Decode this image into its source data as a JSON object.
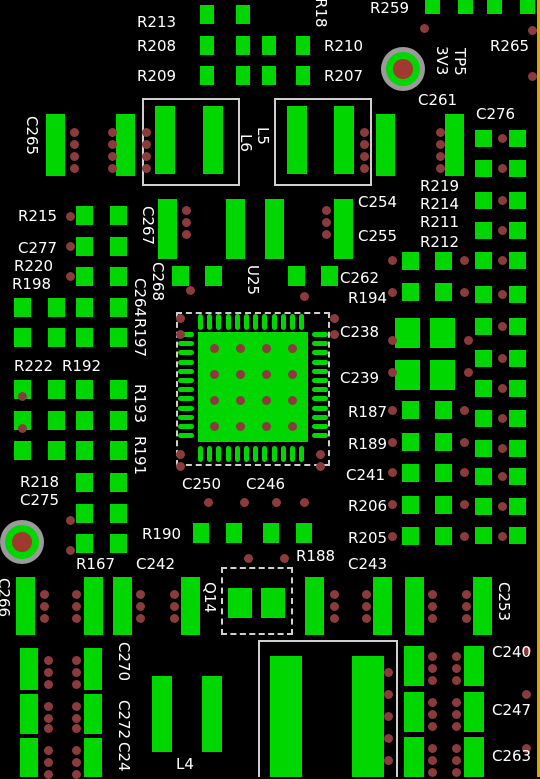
{
  "board": {
    "background_color": "#000000",
    "pad_color": "#00d600",
    "via_color": "#8a3b3b",
    "silkscreen_color": "#ffffff",
    "edge_color": "#d8a800"
  },
  "labels": {
    "r213": "R213",
    "r208": "R208",
    "r209": "R209",
    "r210": "R210",
    "r207": "R207",
    "r259": "R259",
    "r265": "R265",
    "tp5": "TP5",
    "v3v3": "3V3",
    "c261": "C261",
    "c276": "C276",
    "c265": "C265",
    "l5": "L5",
    "l6": "L6",
    "r219": "R219",
    "r214": "R214",
    "r211": "R211",
    "r212": "R212",
    "c254": "C254",
    "c255": "C255",
    "r215": "R215",
    "c267": "C267",
    "c277": "C277",
    "r220": "R220",
    "r198": "R198",
    "c268": "C268",
    "c264": "C264",
    "r197": "R197",
    "u25": "U25",
    "c262": "C262",
    "r194": "R194",
    "c238": "C238",
    "c239": "C239",
    "r222": "R222",
    "r192": "R192",
    "r193": "R193",
    "r191": "R191",
    "r187": "R187",
    "r189": "R189",
    "c241": "C241",
    "r206": "R206",
    "r218": "R218",
    "c275": "C275",
    "c250": "C250",
    "c246": "C246",
    "r205": "R205",
    "r190": "R190",
    "r188": "R188",
    "r167": "R167",
    "c242": "C242",
    "c243": "C243",
    "q14": "Q14",
    "c253": "C253",
    "c266": "C266",
    "c240": "C240",
    "c270": "C270",
    "c272": "C272",
    "c247": "C247",
    "c263": "C263",
    "l4": "L4",
    "c2x": "C24",
    "r18": "R18"
  }
}
